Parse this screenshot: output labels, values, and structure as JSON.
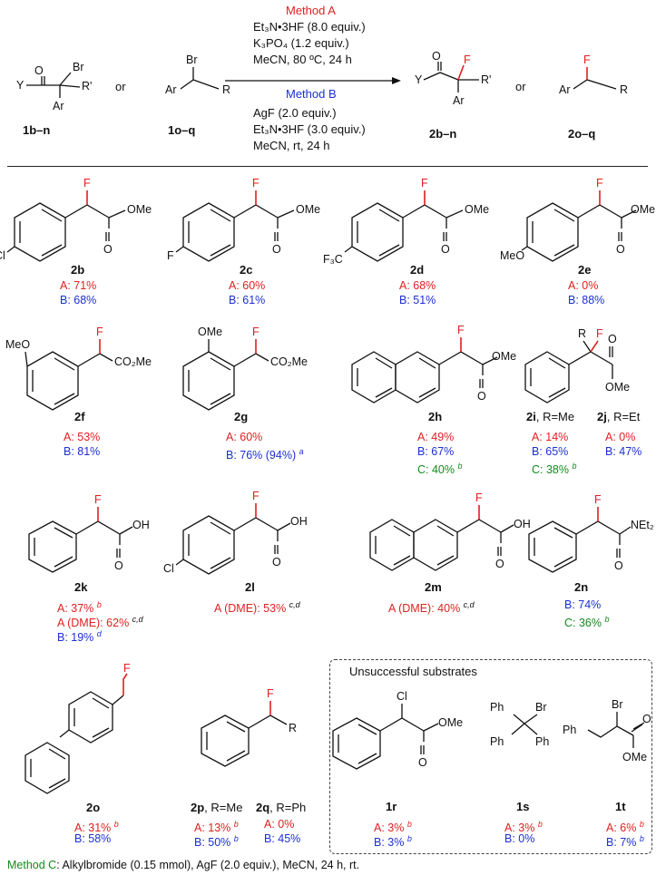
{
  "scheme": {
    "start1_label": "1b–n",
    "start2_label": "1o–q",
    "or_text": "or",
    "product1_label": "2b–n",
    "product2_label": "2o–q",
    "method_a": {
      "title": "Method A",
      "line1": "Et₃N•3HF (8.0 equiv.)",
      "line2": "K₃PO₄ (1.2 equiv.)",
      "line3": "MeCN, 80 ºC, 24 h"
    },
    "method_b": {
      "title": "Method B",
      "line1": "AgF (2.0 equiv.)",
      "line2": "Et₃N•3HF (3.0 equiv.)",
      "line3": "MeCN, rt, 24 h"
    }
  },
  "atoms": {
    "Y": "Y",
    "O": "O",
    "Br": "Br",
    "F": "F",
    "Cl": "Cl",
    "Ar": "Ar",
    "R": "R",
    "Rp": "R'",
    "OMe": "OMe",
    "MeO": "MeO",
    "CO2Me": "CO₂Me",
    "OH": "OH",
    "NEt2": "NEt₂",
    "F3C": "F₃C",
    "Ph": "Ph"
  },
  "compounds": [
    {
      "id": "2b",
      "results": [
        "A: 71%",
        "B: 68%"
      ]
    },
    {
      "id": "2c",
      "results": [
        "A: 60%",
        "B: 61%"
      ]
    },
    {
      "id": "2d",
      "results": [
        "A: 68%",
        "B: 51%"
      ]
    },
    {
      "id": "2e",
      "results": [
        "A: 0%",
        "B: 88%"
      ]
    },
    {
      "id": "2f",
      "results": [
        "A: 53%",
        "B: 81%"
      ]
    },
    {
      "id": "2g",
      "results": [
        "A: 60%",
        "B: 76% (94%)"
      ],
      "notes": [
        "",
        "a"
      ]
    },
    {
      "id": "2h",
      "results": [
        "A: 49%",
        "B: 67%",
        "C: 40%"
      ],
      "notes": [
        "",
        "",
        "b"
      ]
    },
    {
      "id": "2i",
      "suffix": ", R=Me",
      "results": [
        "A: 14%",
        "B: 65%",
        "C: 38%"
      ],
      "notes": [
        "",
        "",
        "b"
      ]
    },
    {
      "id": "2j",
      "suffix": ", R=Et",
      "results": [
        "A: 0%",
        "B: 47%"
      ]
    },
    {
      "id": "2k",
      "results": [
        "A: 37%",
        "A (DME): 62%",
        "B: 19%"
      ],
      "notes": [
        "b",
        "c,d",
        "d"
      ]
    },
    {
      "id": "2l",
      "results": [
        "A (DME):  53%"
      ],
      "notes": [
        "c,d"
      ]
    },
    {
      "id": "2m",
      "results": [
        "A (DME):  40%"
      ],
      "notes": [
        "c,d"
      ]
    },
    {
      "id": "2n",
      "results": [
        "B: 74%",
        "C: 36%"
      ],
      "notes": [
        "",
        "b"
      ]
    },
    {
      "id": "2o",
      "results": [
        "A: 31%",
        "B: 58%"
      ],
      "notes": [
        "b",
        ""
      ]
    },
    {
      "id": "2p",
      "suffix": ", R=Me",
      "results": [
        "A: 13%",
        "B: 50%"
      ],
      "notes": [
        "b",
        "b"
      ]
    },
    {
      "id": "2q",
      "suffix": ", R=Ph",
      "results": [
        "A: 0%",
        "B: 45%"
      ]
    }
  ],
  "unsuccessful": {
    "title": "Unsuccessful substrates",
    "items": [
      {
        "id": "1r",
        "results": [
          "A: 3%",
          "B: 3%"
        ],
        "notes": [
          "b",
          "b"
        ]
      },
      {
        "id": "1s",
        "results": [
          "A: 3%",
          "B: 0%"
        ],
        "notes": [
          "b",
          ""
        ]
      },
      {
        "id": "1t",
        "results": [
          "A: 6%",
          "B: 7%"
        ],
        "notes": [
          "b",
          "b"
        ]
      }
    ]
  },
  "footnote": {
    "label": "Method C",
    "text": ": Alkylbromide (0.15 mmol), AgF (2.0 equiv.), MeCN, 24 h, rt."
  },
  "colors": {
    "method_a": "#e02020",
    "method_b": "#1c2fd4",
    "method_c": "#138a1c",
    "fluorine": "#e02020"
  }
}
